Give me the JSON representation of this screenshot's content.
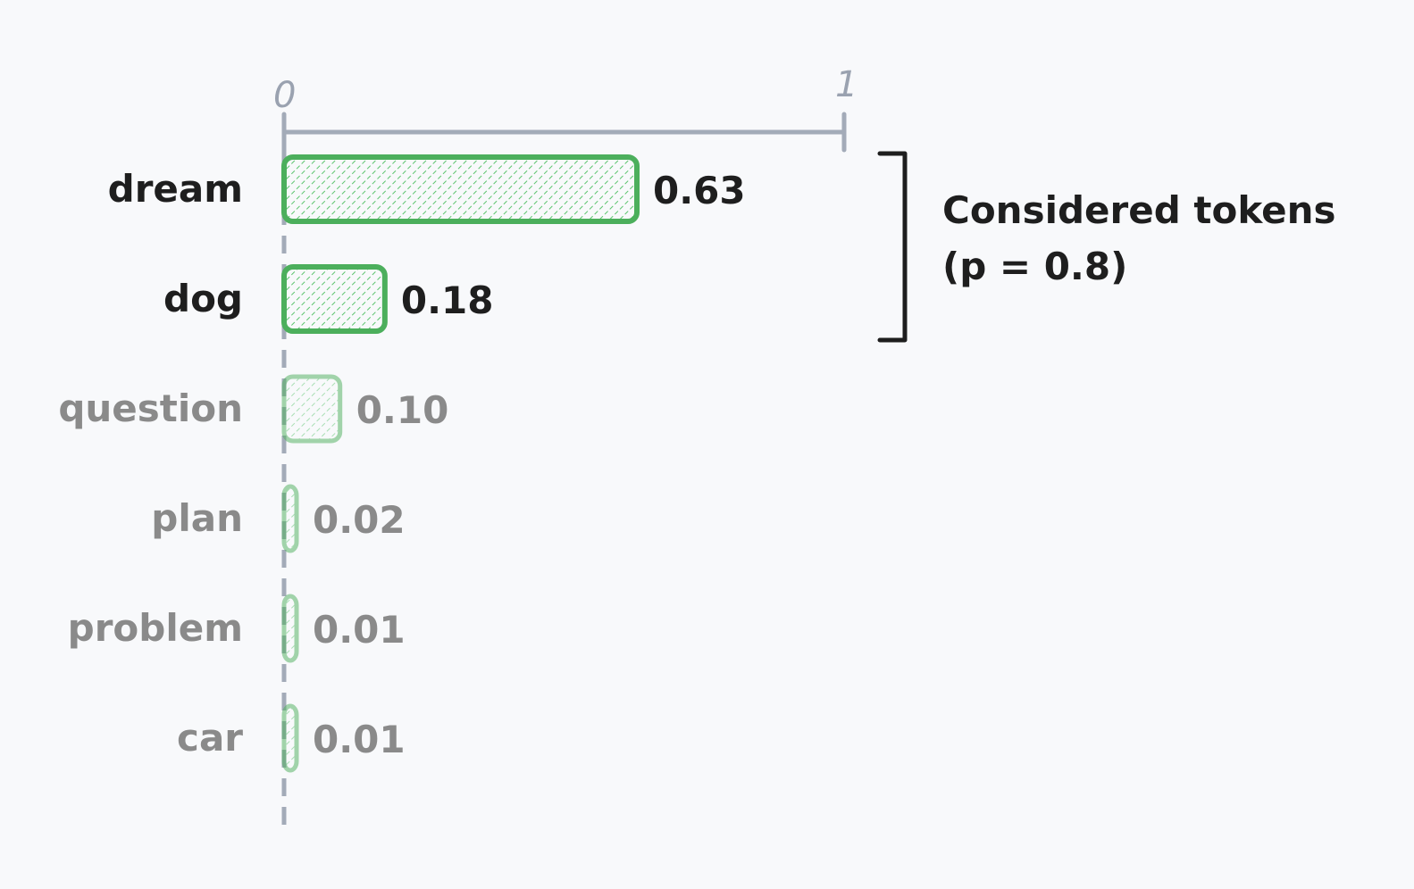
{
  "chart_data": {
    "type": "bar",
    "orientation": "horizontal",
    "categories": [
      "dream",
      "dog",
      "question",
      "plan",
      "problem",
      "car"
    ],
    "values": [
      0.63,
      0.18,
      0.1,
      0.02,
      0.01,
      0.01
    ],
    "value_labels": [
      "0.63",
      "0.18",
      "0.10",
      "0.02",
      "0.01",
      "0.01"
    ],
    "xlim": [
      0,
      1
    ],
    "x_tick_labels": [
      "0",
      "1"
    ],
    "considered": [
      true,
      true,
      false,
      false,
      false,
      false
    ],
    "annotation": {
      "line1": "Considered tokens",
      "line2": "(p = 0.8)",
      "spans_categories": [
        "dream",
        "dog"
      ]
    },
    "colors": {
      "bar_stroke": "#4caf5c",
      "bar_hatch": "#5bc46d",
      "text_considered": "#1e1e1e",
      "text_other": "#8a8a8a",
      "axis": "#a3abb8"
    }
  }
}
